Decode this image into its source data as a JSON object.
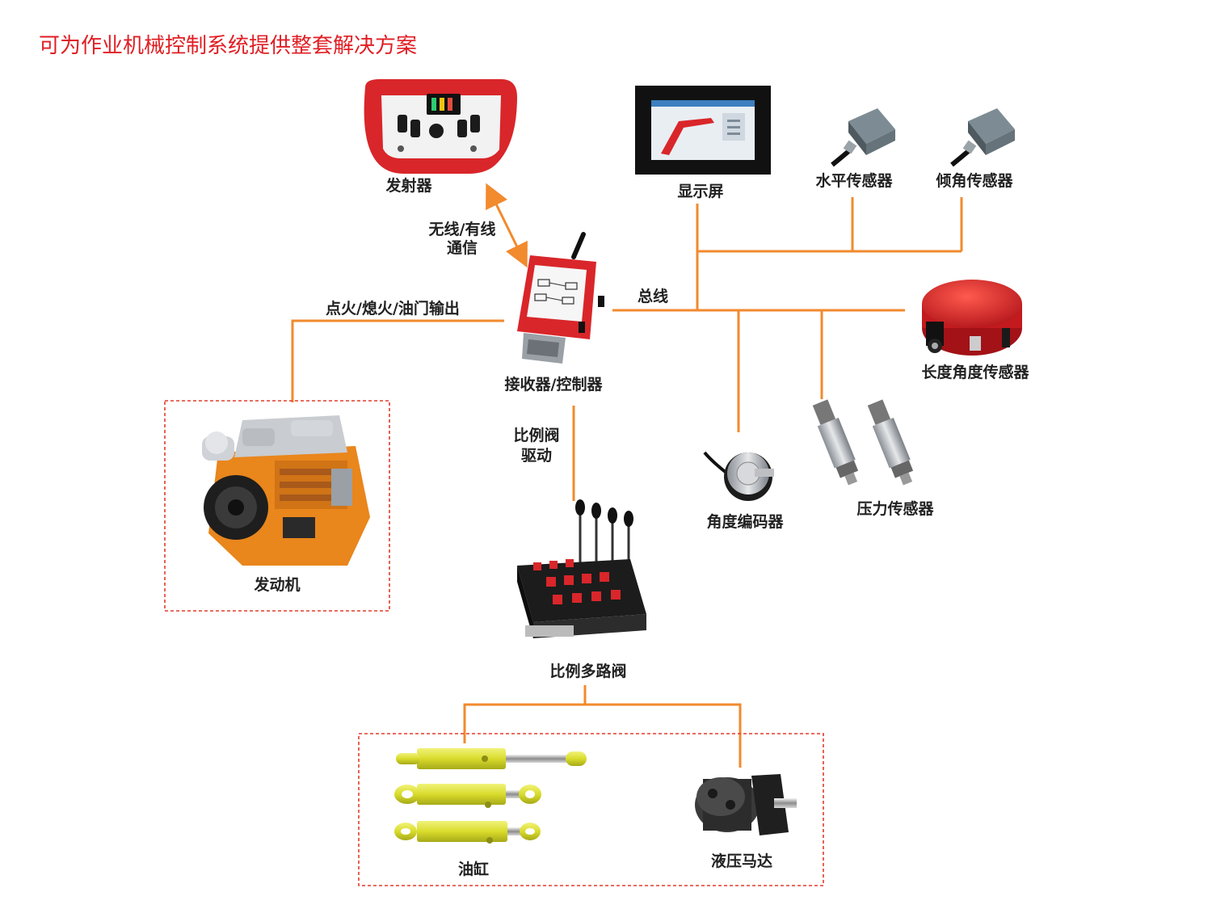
{
  "title": "可为作业机械控制系统提供整套解决方案",
  "labels": {
    "transmitter": "发射器",
    "display": "显示屏",
    "level_sensor": "水平传感器",
    "tilt_sensor": "倾角传感器",
    "comm_line1": "无线/有线",
    "comm_line2": "通信",
    "bus": "总线",
    "engine_output": "点火/熄火/油门输出",
    "receiver": "接收器/控制器",
    "length_angle_sensor": "长度角度传感器",
    "engine": "发动机",
    "valve_drive_line1": "比例阀",
    "valve_drive_line2": "驱动",
    "angle_encoder": "角度编码器",
    "pressure_sensor": "压力传感器",
    "multiway_valve": "比例多路阀",
    "cylinder": "油缸",
    "hydraulic_motor": "液压马达"
  },
  "colors": {
    "title": "#e01e24",
    "wire": "#f28a2e",
    "dashed_box": "#e23c2a",
    "device_red": "#d9262a",
    "engine_orange": "#e9861c",
    "cylinder_yellow": "#dde03a"
  },
  "icons": [
    "transmitter-icon",
    "display-icon",
    "level-sensor-icon",
    "tilt-sensor-icon",
    "receiver-icon",
    "length-angle-sensor-icon",
    "engine-icon",
    "angle-encoder-icon",
    "pressure-sensor-icon",
    "multiway-valve-icon",
    "cylinder-icon",
    "hydraulic-motor-icon"
  ]
}
